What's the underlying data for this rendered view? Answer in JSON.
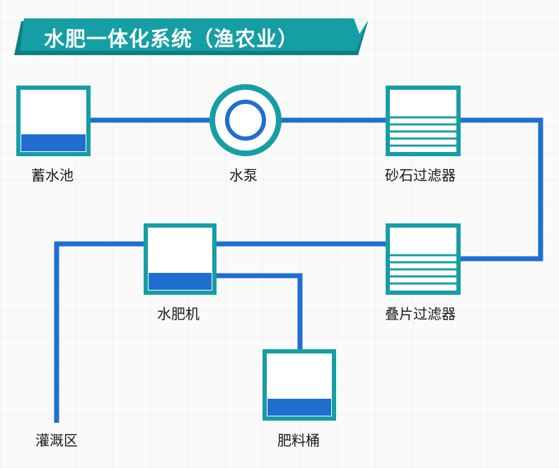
{
  "title": "水肥一体化系统（渔农业）",
  "colors": {
    "teal": "#159ea3",
    "teal_dark": "#0f7f84",
    "blue": "#1f6fd1",
    "box_fill": "#ffffff",
    "title_text": "#ffffff"
  },
  "nodes": {
    "reservoir": {
      "label": "蓄水池",
      "kind": "tank",
      "fill_level": 0.28
    },
    "pump": {
      "label": "水泵",
      "kind": "pump"
    },
    "sand_filter": {
      "label": "砂石过滤器",
      "kind": "filter"
    },
    "disc_filter": {
      "label": "叠片过滤器",
      "kind": "filter"
    },
    "fertigation_machine": {
      "label": "水肥机",
      "kind": "tank",
      "fill_level": 0.28
    },
    "fertilizer_bucket": {
      "label": "肥料桶",
      "kind": "tank",
      "fill_level": 0.28
    },
    "irrigation_area": {
      "label": "灌溉区",
      "kind": "outlet"
    }
  },
  "connections": [
    [
      "reservoir",
      "pump"
    ],
    [
      "pump",
      "sand_filter"
    ],
    [
      "sand_filter",
      "disc_filter"
    ],
    [
      "disc_filter",
      "fertigation_machine"
    ],
    [
      "fertigation_machine",
      "fertilizer_bucket"
    ],
    [
      "fertigation_machine",
      "irrigation_area"
    ]
  ]
}
